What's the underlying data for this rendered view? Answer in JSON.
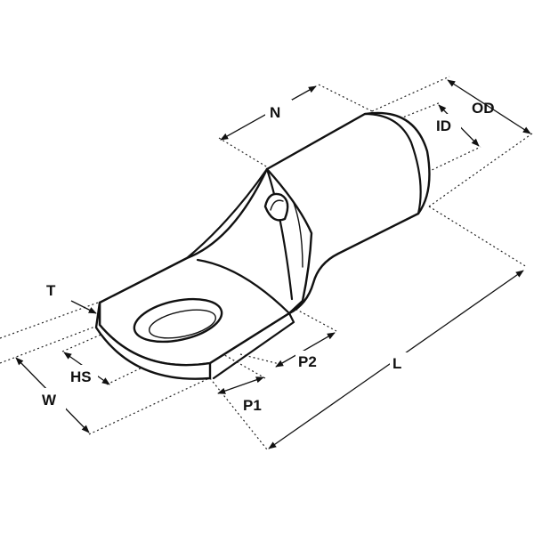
{
  "diagram": {
    "labels": {
      "n": "N",
      "od": "OD",
      "id": "ID",
      "t": "T",
      "hs": "HS",
      "w": "W",
      "p1": "P1",
      "p2": "P2",
      "l": "L"
    }
  }
}
